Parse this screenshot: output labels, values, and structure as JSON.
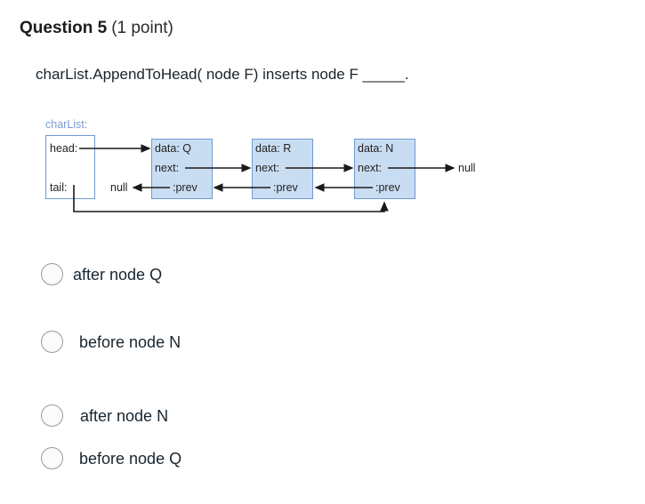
{
  "header": {
    "question_label": "Question 5",
    "points": "(1 point)"
  },
  "prompt": {
    "text": "charList.AppendToHead( node F) inserts node F _____."
  },
  "diagram": {
    "caption": "charList:",
    "colors": {
      "node_fill": "#c9ddf2",
      "box_border": "#6f9ad4",
      "caption_text": "#7d9cd2",
      "arrow": "#1a1a1a"
    },
    "list_head_label": "head:",
    "list_tail_label": "tail:",
    "null_left": "null",
    "null_right": "null",
    "nodes": [
      {
        "data_label": "data: Q",
        "next_label": "next:",
        "prev_label": ":prev"
      },
      {
        "data_label": "data: R",
        "next_label": "next:",
        "prev_label": ":prev"
      },
      {
        "data_label": "data: N",
        "next_label": "next:",
        "prev_label": ":prev"
      }
    ]
  },
  "options": [
    {
      "label": "after node Q",
      "selected": false
    },
    {
      "label": "before node N",
      "selected": false
    },
    {
      "label": "after node N",
      "selected": false
    },
    {
      "label": "before node Q",
      "selected": false
    }
  ]
}
